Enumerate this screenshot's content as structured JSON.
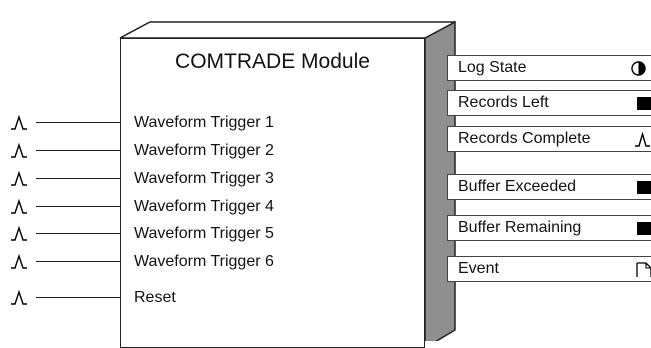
{
  "module": {
    "title": "COMTRADE Module",
    "inputs": [
      {
        "label": "Waveform Trigger 1",
        "icon": "pulse-icon"
      },
      {
        "label": "Waveform Trigger 2",
        "icon": "pulse-icon"
      },
      {
        "label": "Waveform Trigger 3",
        "icon": "pulse-icon"
      },
      {
        "label": "Waveform Trigger 4",
        "icon": "pulse-icon"
      },
      {
        "label": "Waveform Trigger 5",
        "icon": "pulse-icon"
      },
      {
        "label": "Waveform Trigger 6",
        "icon": "pulse-icon"
      },
      {
        "label": "Reset",
        "icon": "pulse-icon"
      }
    ],
    "outputs": [
      {
        "label": "Log State",
        "icon": "half-circle-icon"
      },
      {
        "label": "Records Left",
        "icon": "filled-square-icon"
      },
      {
        "label": "Records Complete",
        "icon": "pulse-icon"
      },
      {
        "label": "Buffer Exceeded",
        "icon": "filled-square-icon"
      },
      {
        "label": "Buffer Remaining",
        "icon": "filled-square-icon"
      },
      {
        "label": "Event",
        "icon": "document-icon"
      }
    ]
  },
  "colors": {
    "side_face": "#8f8f8f",
    "top_face": "#ffffff",
    "outline": "#222222",
    "icon": "#000000"
  }
}
